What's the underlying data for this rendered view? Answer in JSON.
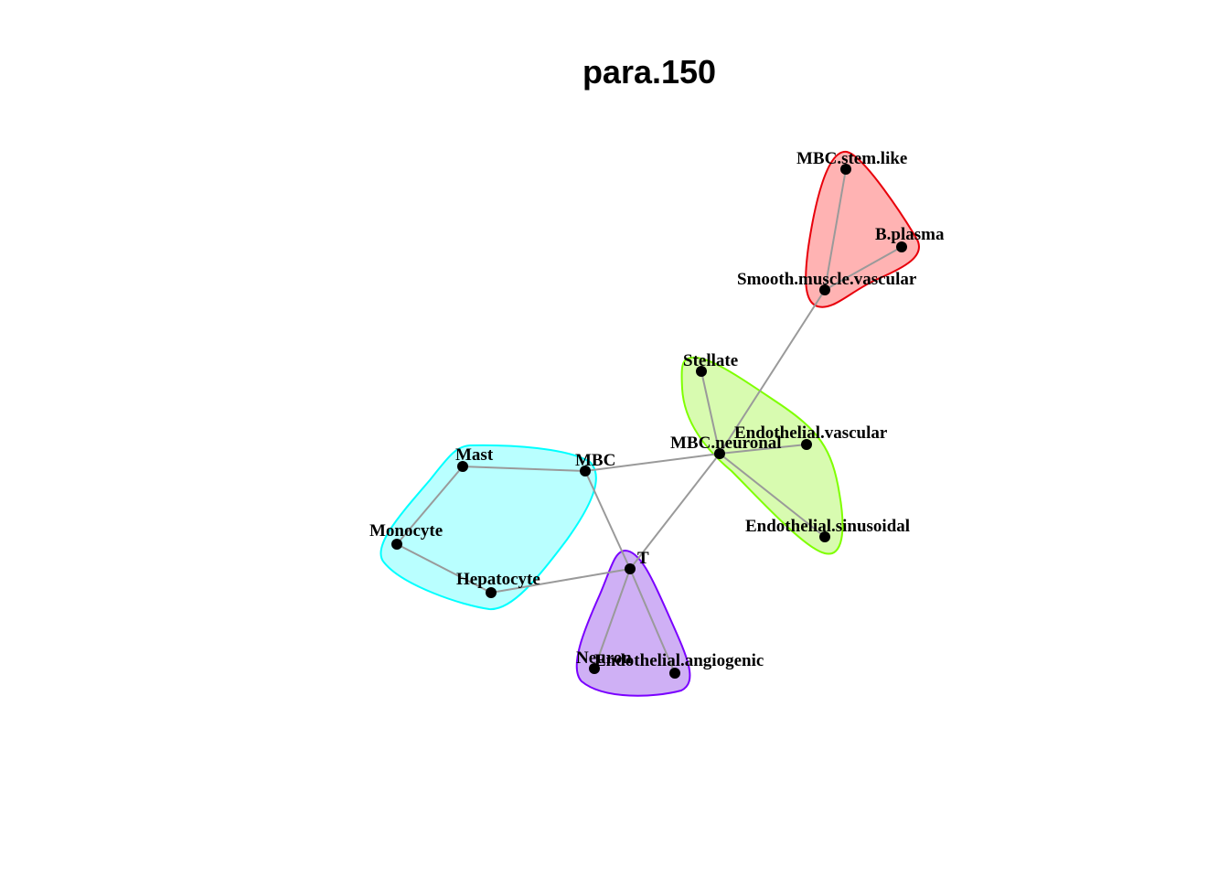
{
  "title": "para.150",
  "nodes": [
    {
      "id": "MBC.stem.like",
      "label": "MBC.stem.like"
    },
    {
      "id": "B.plasma",
      "label": "B.plasma"
    },
    {
      "id": "Smooth.muscle.vascular",
      "label": "Smooth.muscle.vascular"
    },
    {
      "id": "Stellate",
      "label": "Stellate"
    },
    {
      "id": "Endothelial.vascular",
      "label": "Endothelial.vascular"
    },
    {
      "id": "MBC.neuronal",
      "label": "MBC.neuronal"
    },
    {
      "id": "Endothelial.sinusoidal",
      "label": "Endothelial.sinusoidal"
    },
    {
      "id": "Mast",
      "label": "Mast"
    },
    {
      "id": "MBC",
      "label": "MBC"
    },
    {
      "id": "Monocyte",
      "label": "Monocyte"
    },
    {
      "id": "Hepatocyte",
      "label": "Hepatocyte"
    },
    {
      "id": "T",
      "label": "T"
    },
    {
      "id": "Neuron",
      "label": "Neuron"
    },
    {
      "id": "Endothelial.angiogenic",
      "label": "Endothelial.angiogenic"
    }
  ],
  "edges": [
    [
      "MBC.stem.like",
      "Smooth.muscle.vascular"
    ],
    [
      "B.plasma",
      "Smooth.muscle.vascular"
    ],
    [
      "Smooth.muscle.vascular",
      "MBC.neuronal"
    ],
    [
      "Stellate",
      "MBC.neuronal"
    ],
    [
      "Endothelial.vascular",
      "MBC.neuronal"
    ],
    [
      "MBC.neuronal",
      "Endothelial.sinusoidal"
    ],
    [
      "MBC.neuronal",
      "MBC"
    ],
    [
      "MBC.neuronal",
      "T"
    ],
    [
      "Mast",
      "MBC"
    ],
    [
      "Mast",
      "Monocyte"
    ],
    [
      "Monocyte",
      "Hepatocyte"
    ],
    [
      "MBC",
      "T"
    ],
    [
      "Hepatocyte",
      "T"
    ],
    [
      "T",
      "Neuron"
    ],
    [
      "T",
      "Endothelial.angiogenic"
    ]
  ],
  "groups": [
    {
      "id": "group-red",
      "members": [
        "MBC.stem.like",
        "B.plasma",
        "Smooth.muscle.vascular"
      ],
      "fill": "#ffb3b3",
      "stroke": "#e8000b"
    },
    {
      "id": "group-green",
      "members": [
        "Stellate",
        "Endothelial.vascular",
        "MBC.neuronal",
        "Endothelial.sinusoidal"
      ],
      "fill": "#d8fbb0",
      "stroke": "#7fff00"
    },
    {
      "id": "group-cyan",
      "members": [
        "Mast",
        "MBC",
        "Monocyte",
        "Hepatocyte"
      ],
      "fill": "#b9ffff",
      "stroke": "#00ffff"
    },
    {
      "id": "group-purple",
      "members": [
        "T",
        "Neuron",
        "Endothelial.angiogenic"
      ],
      "fill": "#cfb0f5",
      "stroke": "#7a00ff"
    }
  ]
}
